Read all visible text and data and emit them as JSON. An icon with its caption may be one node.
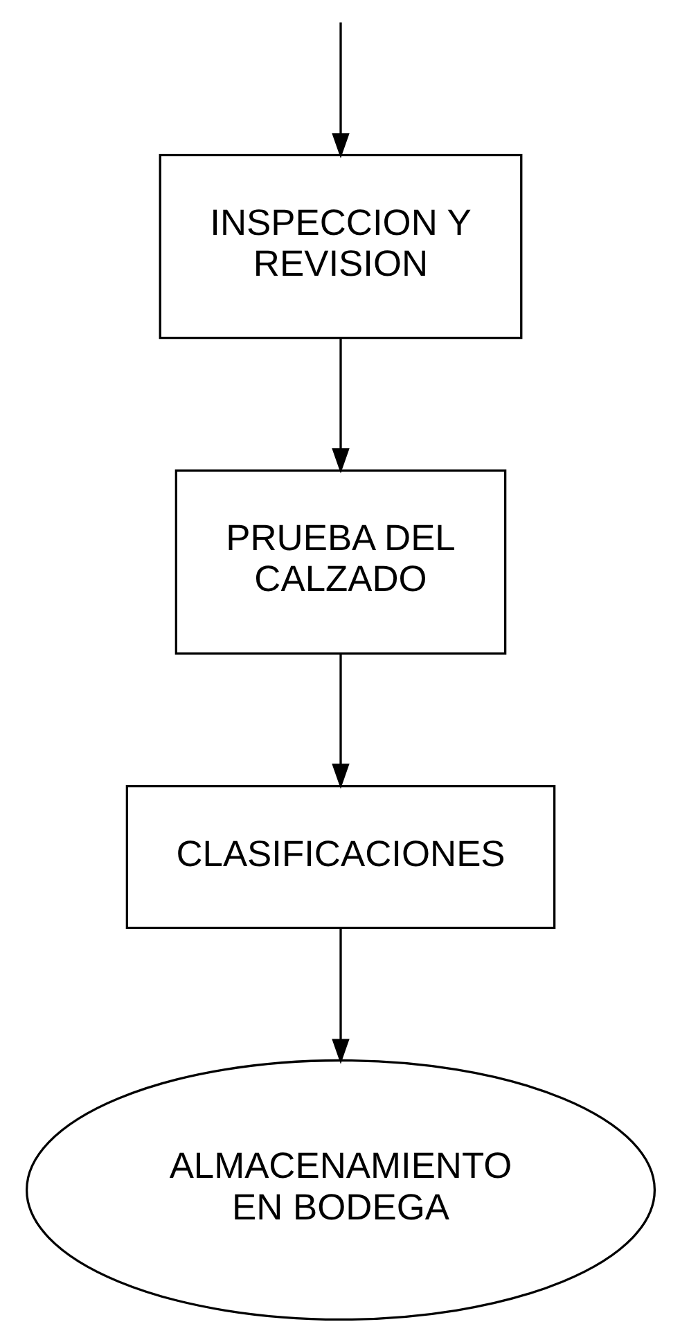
{
  "diagram": {
    "nodes": [
      {
        "text": [
          "INSPECCION Y REVISION"
        ]
      },
      {
        "text": [
          "PRUEBA DEL CALZADO"
        ]
      },
      {
        "text": [
          "CLASIFICACIONES"
        ]
      },
      {
        "text": [
          "ALMACENAMIENTO EN BODEGA"
        ]
      }
    ],
    "edges": [
      {
        "from": null,
        "to": 0,
        "arrow": "to"
      },
      {
        "from": 0,
        "to": 1,
        "arrow": "to"
      },
      {
        "from": 1,
        "to": 2,
        "arrow": "to"
      },
      {
        "from": 2,
        "to": 3,
        "arrow": "to"
      }
    ]
  }
}
